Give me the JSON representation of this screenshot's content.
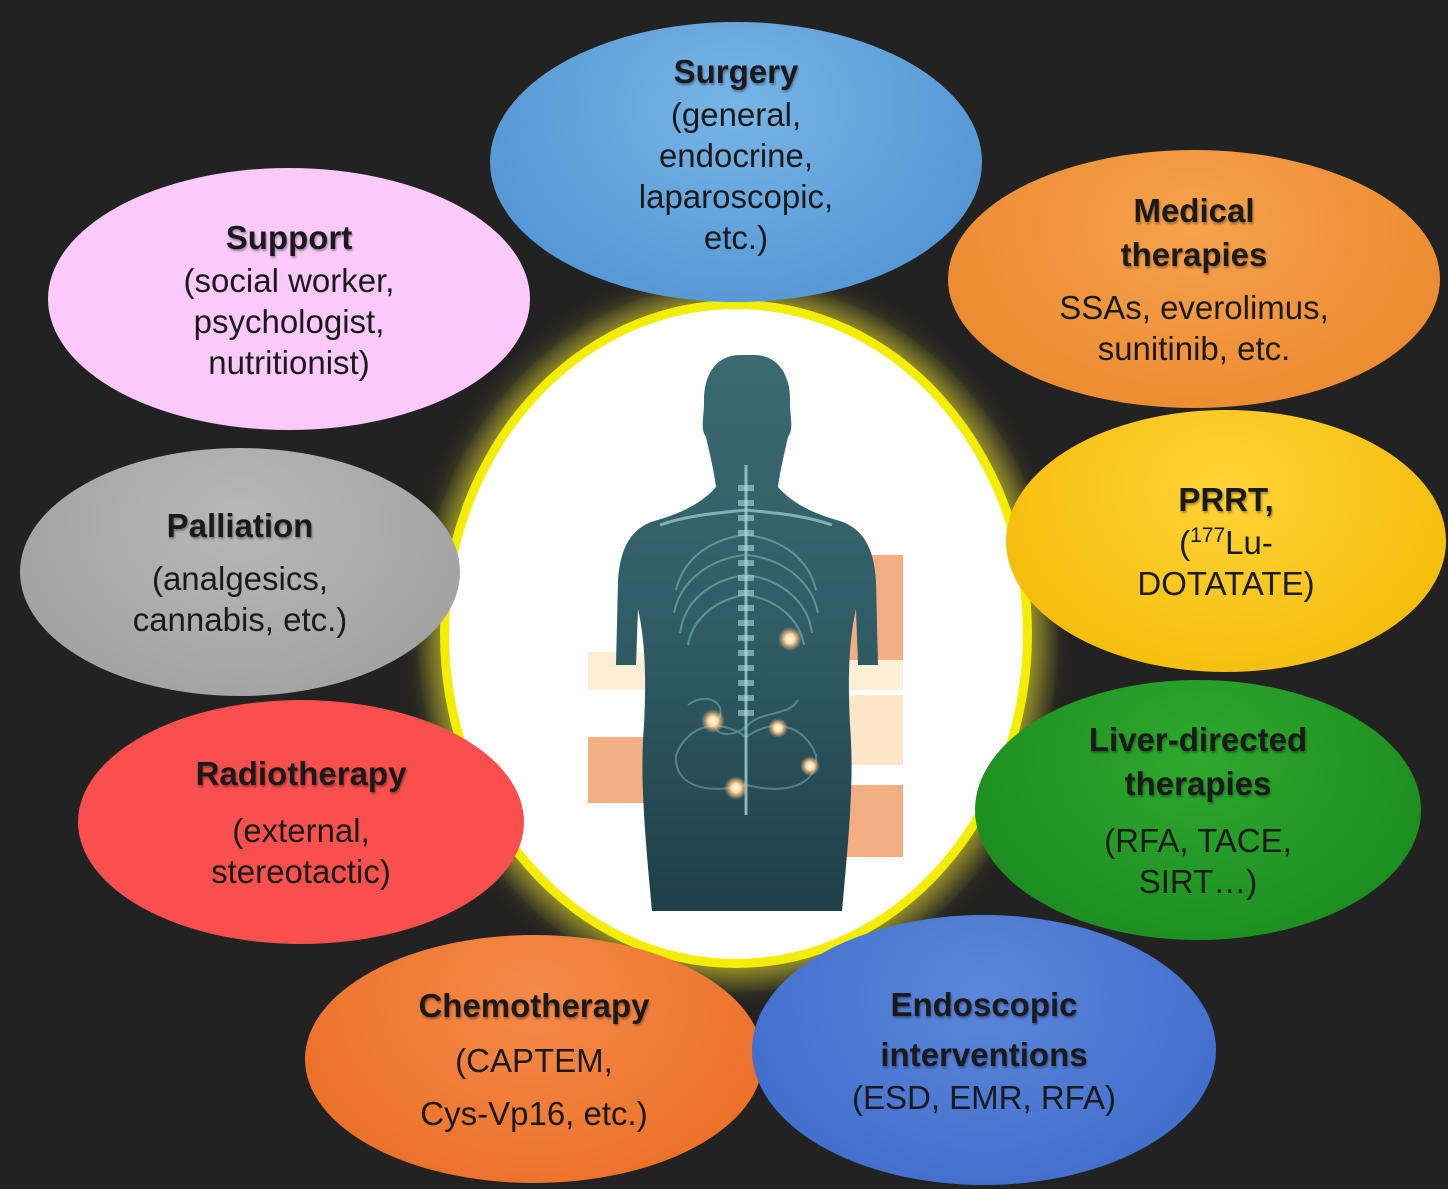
{
  "center": {
    "icon": "human-body-xray-icon"
  },
  "bubbles": {
    "surgery": {
      "title": "Surgery",
      "lines": [
        "(general,",
        "endocrine,",
        "laparoscopic,",
        "etc.)"
      ]
    },
    "medical": {
      "title_lines": [
        "Medical",
        "therapies"
      ],
      "lines": [
        "SSAs, everolimus,",
        "sunitinib, etc."
      ]
    },
    "support": {
      "title": "Support",
      "lines": [
        "(social worker,",
        "psychologist,",
        "nutritionist)"
      ]
    },
    "palliation": {
      "title": "Palliation",
      "lines": [
        "(analgesics,",
        "cannabis, etc.)"
      ]
    },
    "prrt": {
      "title": "PRRT,",
      "line1_open": "(",
      "line1_sup": "177",
      "line1_rest": "Lu-",
      "line2": "DOTATATE)"
    },
    "radiotherapy": {
      "title": "Radiotherapy",
      "lines": [
        "(external,",
        "stereotactic)"
      ]
    },
    "liver": {
      "title_lines": [
        "Liver-directed",
        "therapies"
      ],
      "lines": [
        "(RFA, TACE,",
        "SIRT…)"
      ]
    },
    "chemotherapy": {
      "title": "Chemotherapy",
      "lines": [
        "(CAPTEM,",
        "Cys-Vp16, etc.)"
      ]
    },
    "endoscopic": {
      "title_lines": [
        "Endoscopic",
        "interventions"
      ],
      "lines": [
        "(ESD, EMR, RFA)"
      ]
    }
  },
  "colors": {
    "background": "#222222",
    "center_ring": "#f3ee00",
    "surgery": "#5b9fdc",
    "medical": "#ef9237",
    "support": "#fbc9fb",
    "palliation": "#aaaaaa",
    "prrt": "#f8c515",
    "radiotherapy": "#f9504e",
    "liver": "#1f9622",
    "chemotherapy": "#ee7a34",
    "endoscopic": "#4676d1"
  }
}
